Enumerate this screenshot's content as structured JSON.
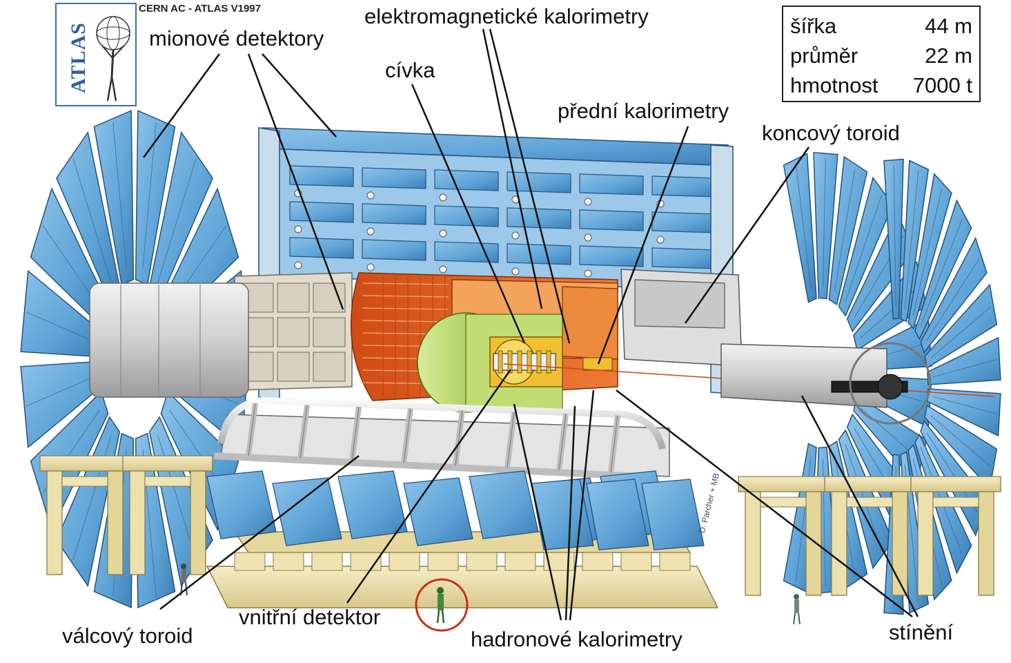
{
  "header": {
    "logo_text": "ATLAS",
    "credit": "CERN AC - ATLAS V1997"
  },
  "specs": [
    {
      "key": "šířka",
      "value": "44 m"
    },
    {
      "key": "průměr",
      "value": "22 m"
    },
    {
      "key": "hmotnost",
      "value": "7000 t"
    }
  ],
  "labels": {
    "muon_detectors": "mionové detektory",
    "em_calorimeters": "elektromagnetické kalorimetry",
    "solenoid": "cívka",
    "forward_calorimeters": "přední kalorimetry",
    "endcap_toroid": "koncový toroid",
    "barrel_toroid": "válcový toroid",
    "inner_detector": "vnitřní detektor",
    "hadronic_calorimeters": "hadronové kalorimetry",
    "shielding": "stínění"
  },
  "artist_signature": "D. Parcher + MB",
  "colors": {
    "chamber_blue": "#5ea3d6",
    "chamber_edge": "#24527e",
    "support_beige": "#eee0a8",
    "em_orange": "#e0601d",
    "em_light": "#f4a35a",
    "solenoid_yellow": "#f0c030",
    "inner_green": "#a4cc48",
    "shield_grey": "#d6d6d6",
    "highlight_circle": "#cc2a10"
  }
}
